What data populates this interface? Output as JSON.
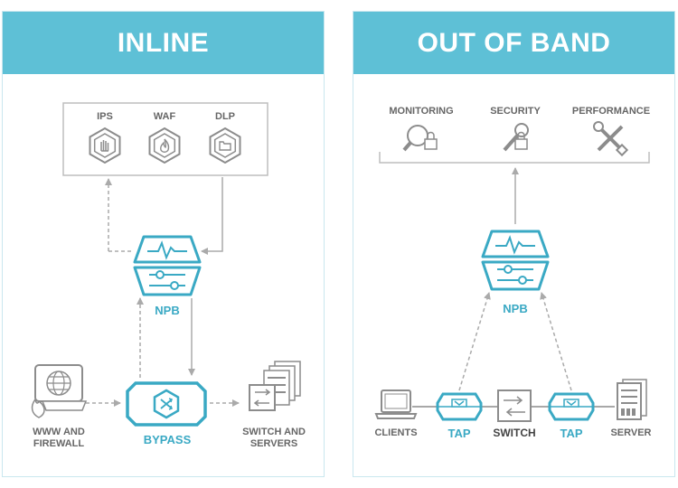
{
  "inline": {
    "title": "INLINE",
    "tools": [
      {
        "label": "IPS",
        "icon": "hand-stop-icon"
      },
      {
        "label": "WAF",
        "icon": "flame-icon"
      },
      {
        "label": "DLP",
        "icon": "folder-icon"
      }
    ],
    "npb_label": "NPB",
    "bypass_label": "BYPASS",
    "www_label": [
      "WWW AND",
      "FIREWALL"
    ],
    "switch_label": [
      "SWITCH AND",
      "SERVERS"
    ]
  },
  "out_of_band": {
    "title": "OUT OF BAND",
    "tools": [
      {
        "label": "MONITORING",
        "icon": "magnifier-lock-icon"
      },
      {
        "label": "SECURITY",
        "icon": "wrench-lock-icon"
      },
      {
        "label": "PERFORMANCE",
        "icon": "wrench-screwdriver-icon"
      }
    ],
    "npb_label": "NPB",
    "devices": [
      {
        "label": "CLIENTS"
      },
      {
        "label": "TAP"
      },
      {
        "label": "SWITCH"
      },
      {
        "label": "TAP"
      },
      {
        "label": "SERVER"
      }
    ]
  },
  "colors": {
    "accent": "#5ec0d6",
    "teal_dark": "#3aa9c4",
    "gray": "#8c8c8c"
  }
}
